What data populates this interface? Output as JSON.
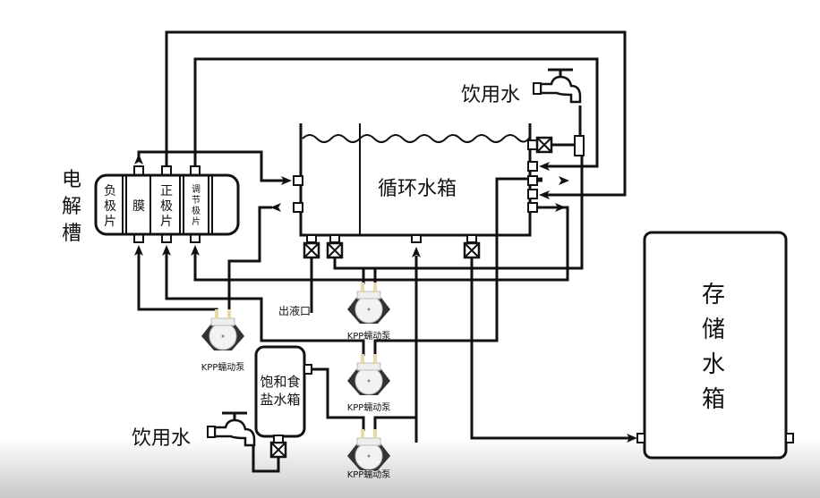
{
  "electrolyzer": {
    "title_chars": [
      "电",
      "解",
      "槽"
    ],
    "compartments": [
      {
        "chars": [
          "负",
          "极",
          "片"
        ]
      },
      {
        "chars": [
          "膜"
        ]
      },
      {
        "chars": [
          "正",
          "极",
          "片"
        ]
      },
      {
        "chars": [
          "调",
          "节",
          "极",
          "片"
        ]
      }
    ]
  },
  "circulation_tank": {
    "label": "循环水箱"
  },
  "storage_tank": {
    "chars": [
      "存",
      "储",
      "水",
      "箱"
    ]
  },
  "salt_tank": {
    "line1": "饱和食",
    "line2": "盐水箱"
  },
  "drinking_water_top": "饮用水",
  "drinking_water_bottom": "饮用水",
  "outlet_label": "出液口",
  "pumps": [
    {
      "label": "KPP蠕动泵"
    },
    {
      "label": "KPP蠕动泵"
    },
    {
      "label": "KPP蠕动泵"
    },
    {
      "label": "KPP蠕动泵"
    }
  ]
}
